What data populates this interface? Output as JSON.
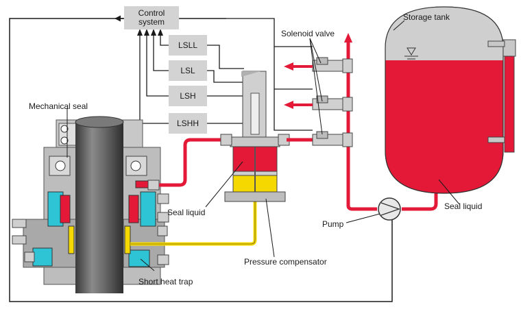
{
  "labels": {
    "control_system": "Control system",
    "lsll": "LSLL",
    "lsl": "LSL",
    "lsh": "LSH",
    "lshh": "LSHH",
    "solenoid_valve": "Solenoid valve",
    "storage_tank": "Storage tank",
    "mechanical_seal": "Mechanical seal",
    "seal_liquid_compensator": "Seal liquid",
    "seal_liquid_tank": "Seal liquid",
    "pump": "Pump",
    "pressure_compensator": "Pressure compensator",
    "short_heat_trap": "Short heat trap"
  },
  "colors": {
    "seal_liquid_red": "#e31937",
    "buffer_yellow": "#f5d800",
    "coolant_cyan": "#2ec4d6",
    "component_grey": "#bfbfbf",
    "box_grey": "#d3d3d3",
    "shaft_dark": "#555555"
  }
}
